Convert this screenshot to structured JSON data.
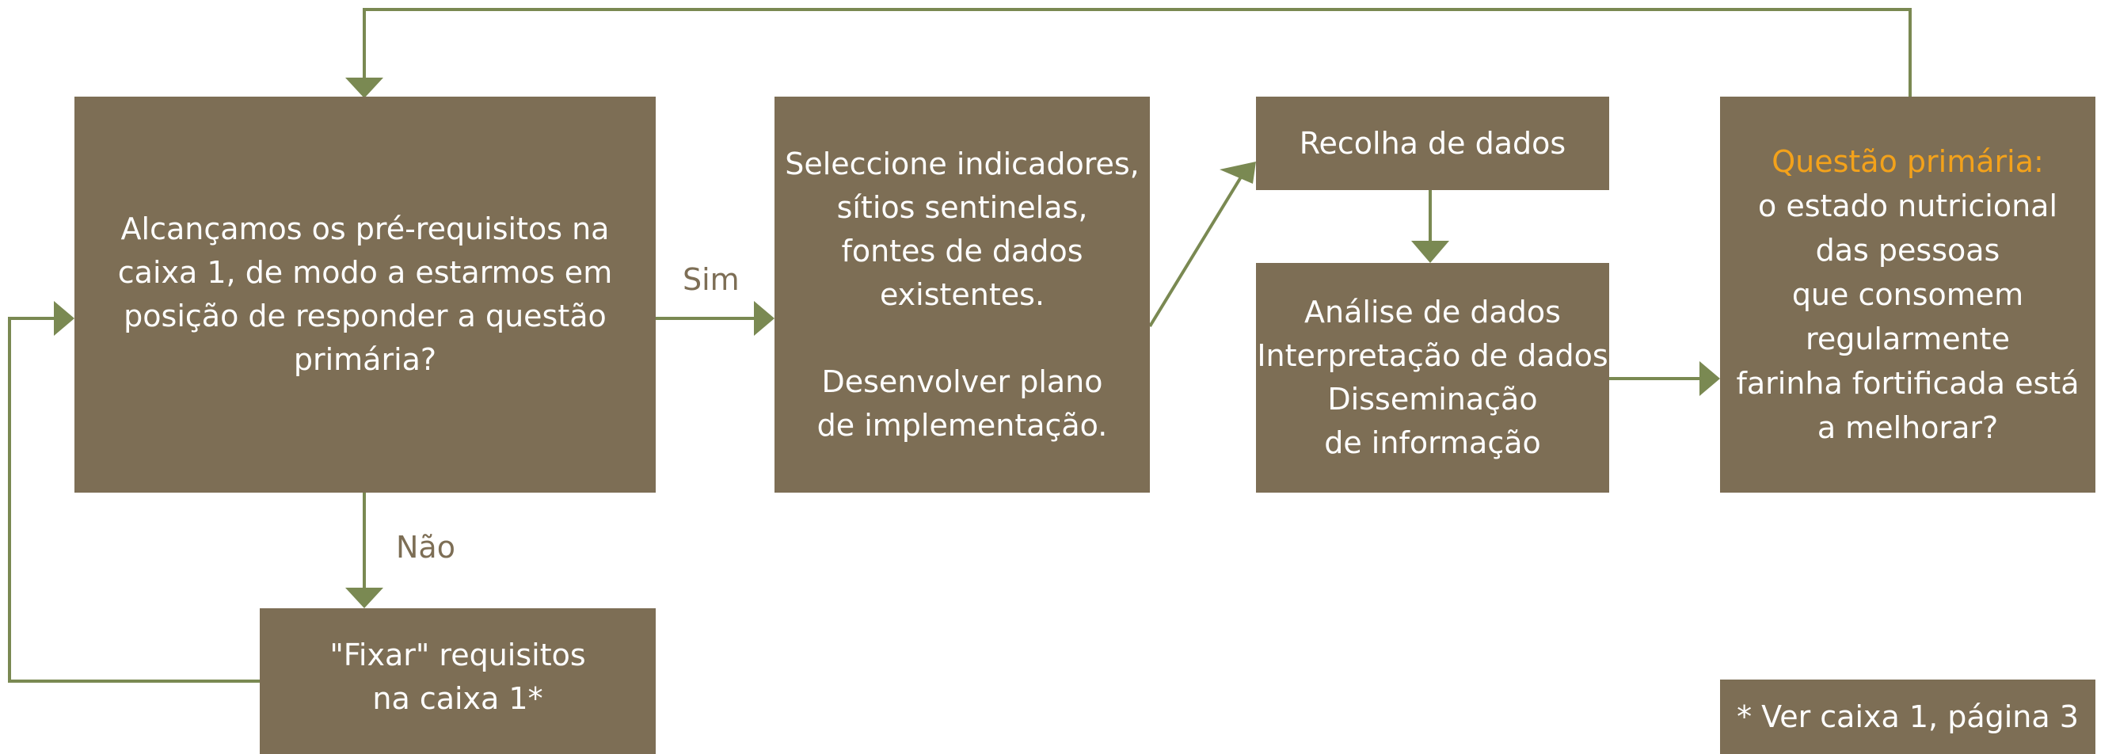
{
  "colors": {
    "box_fill": "#7d6e55",
    "box_text": "#ffffff",
    "connector": "#7a8952",
    "highlight": "#f3a21b",
    "label_text": "#7d6e55"
  },
  "boxes": {
    "prerequisites": {
      "lines": [
        "Alcançamos os pré-requisitos na",
        "caixa 1, de modo a estarmos em",
        "posição de responder a questão",
        "primária?"
      ]
    },
    "fix": {
      "lines": [
        "\"Fixar\" requisitos",
        "na caixa 1*"
      ]
    },
    "select": {
      "lines": [
        "Seleccione indicadores,",
        "sítios sentinelas,",
        "fontes de dados",
        "existentes.",
        "",
        "Desenvolver plano",
        "de implementação."
      ]
    },
    "collect": {
      "lines": [
        "Recolha de dados"
      ]
    },
    "analysis": {
      "lines": [
        "Análise de dados",
        "Interpretação de dados",
        "Disseminação",
        "de informação"
      ]
    },
    "question": {
      "heading": "Questão primária:",
      "lines": [
        "o estado nutricional",
        "das pessoas",
        "que consomem",
        "regularmente",
        "farinha fortificada está",
        "a melhorar?"
      ]
    },
    "note": {
      "lines": [
        "* Ver caixa 1, página 3"
      ]
    }
  },
  "labels": {
    "yes": "Sim",
    "no": "Não"
  }
}
